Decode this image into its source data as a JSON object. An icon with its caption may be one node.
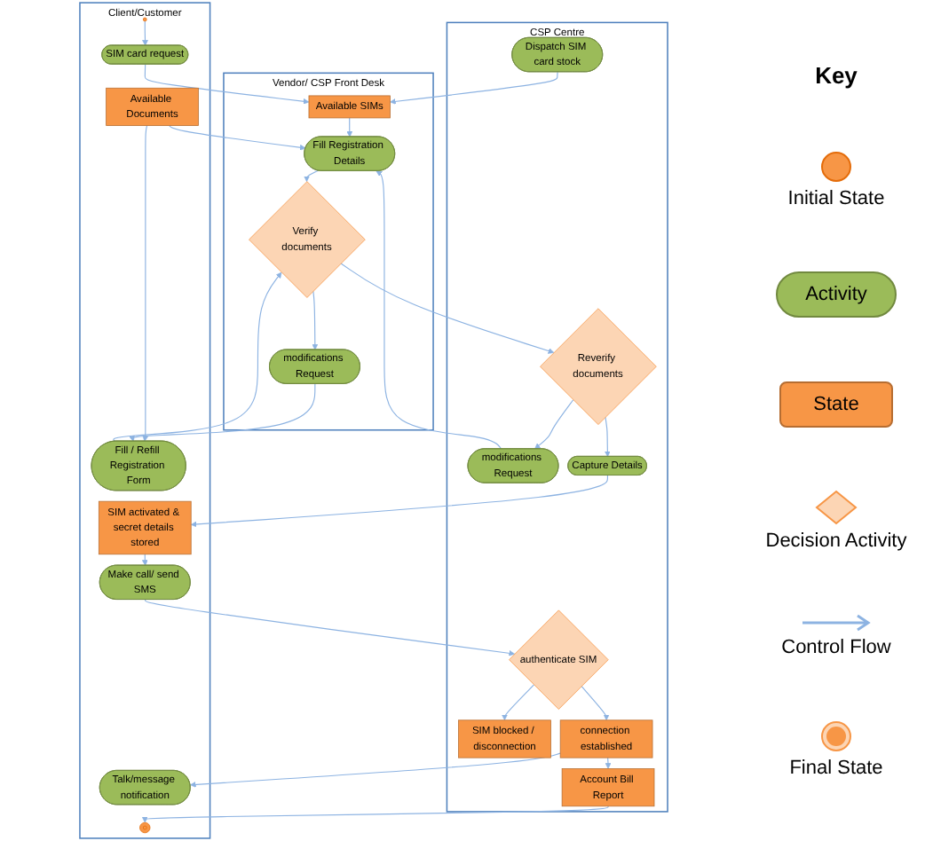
{
  "diagram": {
    "nodes": [
      {
        "text": [
          "Client/Customer"
        ]
      },
      {
        "text": [
          "Vendor/ CSP Front Desk"
        ]
      },
      {
        "text": [
          "CSP Centre"
        ]
      },
      {
        "text": [],
        "shape": "circle",
        "in": 0
      },
      {
        "text": [
          "SIM card request"
        ],
        "in": 0
      },
      {
        "text": [
          "Available SIMs"
        ],
        "in": 1
      },
      {
        "text": [
          "Dispatch SIM card stock"
        ],
        "in": 2
      },
      {
        "text": [
          "Available Documents"
        ],
        "in": 0
      },
      {
        "text": [
          "Fill Registration Details"
        ],
        "in": 1
      },
      {
        "text": [
          "modifications Request"
        ],
        "in": 2
      },
      {
        "text": [
          "Fill / Refill Registration Form"
        ],
        "in": 0
      },
      {
        "text": [
          "Verify documents"
        ],
        "in": 1
      },
      {
        "text": [
          "Reverify documents"
        ],
        "in": 2
      },
      {
        "text": [
          "modifications Request"
        ],
        "in": 1
      },
      {
        "text": [
          "SIM activated & secret details stored"
        ],
        "in": 0
      },
      {
        "text": [
          "Capture Details"
        ],
        "in": 2
      },
      {
        "text": [
          "Make call/ send SMS"
        ],
        "in": 0
      },
      {
        "text": [
          "authenticate SIM"
        ],
        "in": 2
      },
      {
        "text": [
          "SIM blocked / disconnection"
        ],
        "in": 2
      },
      {
        "text": [
          "Talk/message notification"
        ],
        "in": 0
      },
      {
        "text": [
          "connection established"
        ],
        "in": 2
      },
      {
        "text": [
          "Account Bill Report"
        ],
        "in": 2
      },
      {
        "text": [],
        "shape": "circle",
        "in": 0
      }
    ],
    "edges": [
      {
        "from": 3,
        "to": 4,
        "arrow": "to"
      },
      {
        "from": 4,
        "to": 5,
        "arrow": "to"
      },
      {
        "from": 6,
        "to": 5,
        "arrow": "to"
      },
      {
        "from": 5,
        "to": 8,
        "arrow": "to"
      },
      {
        "from": 7,
        "to": 8,
        "arrow": "to"
      },
      {
        "from": 9,
        "to": 8,
        "arrow": "to"
      },
      {
        "from": 7,
        "to": 10,
        "arrow": "to"
      },
      {
        "from": 8,
        "to": 11,
        "arrow": "to"
      },
      {
        "from": 10,
        "to": 11,
        "arrow": "to"
      },
      {
        "from": 11,
        "to": 12,
        "arrow": "to"
      },
      {
        "from": 11,
        "to": 13,
        "arrow": "to"
      },
      {
        "from": 13,
        "to": 10,
        "arrow": "to"
      },
      {
        "from": 12,
        "to": 9,
        "arrow": "to"
      },
      {
        "from": 12,
        "to": 15,
        "arrow": "to"
      },
      {
        "from": 15,
        "to": 14,
        "arrow": "to"
      },
      {
        "from": 14,
        "to": 16,
        "arrow": "to"
      },
      {
        "from": 16,
        "to": 17,
        "arrow": "to"
      },
      {
        "from": 17,
        "to": 18,
        "arrow": "to"
      },
      {
        "from": 17,
        "to": 20,
        "arrow": "to"
      },
      {
        "from": 20,
        "to": 19,
        "arrow": "to"
      },
      {
        "from": 20,
        "to": 21,
        "arrow": "to"
      },
      {
        "from": 21,
        "to": 22,
        "arrow": "to"
      }
    ],
    "labels": [
      "Key"
    ],
    "legend": [
      {
        "text": "Initial State"
      },
      {
        "text": "Activity"
      },
      {
        "text": "State"
      },
      {
        "text": "Decision Activity"
      },
      {
        "text": "Control Flow"
      },
      {
        "text": "Final State"
      }
    ]
  }
}
